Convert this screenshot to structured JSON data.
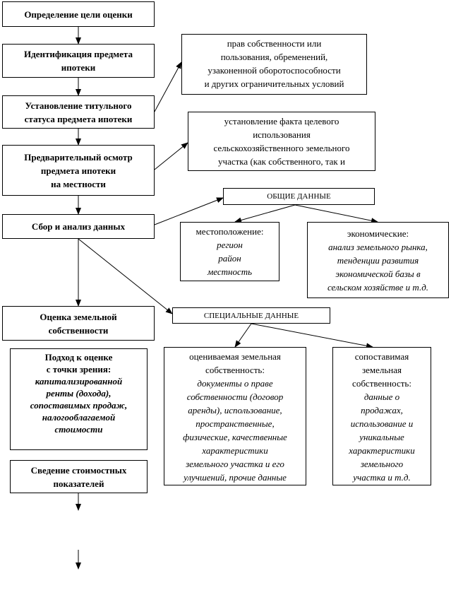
{
  "flow": {
    "goal": "Определение цели оценки",
    "identify": [
      "Идентификация предмета",
      "ипотеки"
    ],
    "title_status": [
      "Установление титульного",
      "статуса предмета ипотеки"
    ],
    "inspection": [
      "Предварительный осмотр",
      "предмета ипотеки",
      "на местности"
    ],
    "data_collection": "Сбор и анализ данных",
    "valuation": [
      "Оценка земельной",
      "собственности"
    ],
    "approach_title": [
      "Подход к оценке",
      "с точки зрения:"
    ],
    "approach_items": [
      "капитализированной",
      "ренты (дохода),",
      "сопоставимых продаж,",
      "налогооблагаемой",
      "стоимости"
    ],
    "reconcile": [
      "Сведение стоимостных",
      "показателей"
    ]
  },
  "notes": {
    "rights": [
      "прав собственности или",
      "пользования, обременений,",
      "узаконенной оборотоспособности",
      "и других ограничительных условий"
    ],
    "target_use": [
      "установление факта целевого",
      "использования",
      "сельскохозяйственного земельного",
      "участка (как собственного, так и"
    ]
  },
  "general": {
    "header": "ОБЩИЕ ДАННЫЕ",
    "location_title": "местоположение:",
    "location_items": [
      "регион",
      "район",
      "местность"
    ],
    "economic_title": "экономические:",
    "economic_items": [
      "анализ земельного рынка,",
      "тенденции развития",
      "экономической базы в",
      "сельском хозяйстве и т.д."
    ]
  },
  "special": {
    "header": "СПЕЦИАЛЬНЫЕ ДАННЫЕ",
    "subject_title": [
      "оцениваемая земельная",
      "собственность:"
    ],
    "subject_items": [
      "документы о праве",
      "собственности (договор",
      "аренды), использование,",
      "пространственные,",
      "физические, качественные",
      "характеристики",
      "земельного участка и его",
      "улучшений, прочие данные"
    ],
    "comparable_title": [
      "сопоставимая",
      "земельная",
      "собственность:"
    ],
    "comparable_items": [
      "данные о",
      "продажах,",
      "использование и",
      "уникальные",
      "характеристики",
      "земельного",
      "участка и т.д."
    ]
  }
}
